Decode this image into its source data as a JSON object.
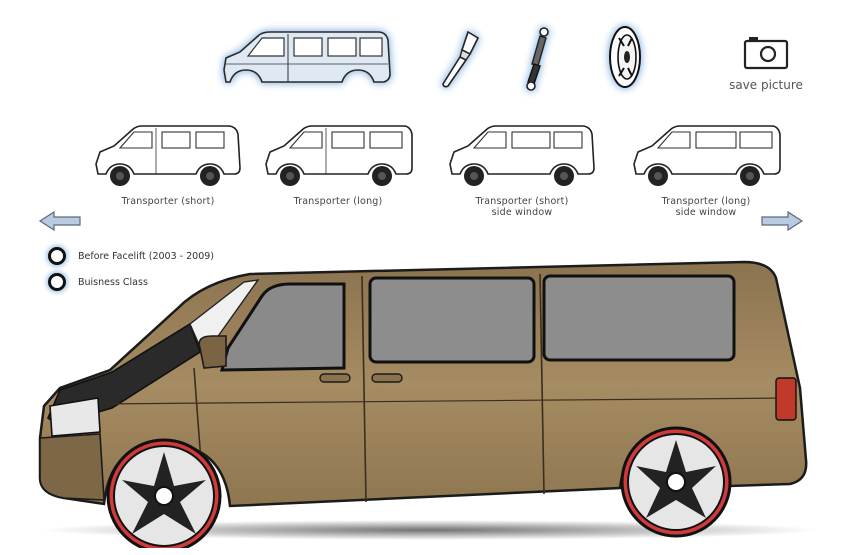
{
  "toolbar": {
    "save_label": "save picture",
    "tools": [
      {
        "name": "body-tool",
        "icon": "van-body-icon"
      },
      {
        "name": "paint-tool",
        "icon": "paintbrush-icon"
      },
      {
        "name": "suspension-tool",
        "icon": "shock-absorber-icon"
      },
      {
        "name": "wheel-tool",
        "icon": "wheel-icon"
      }
    ]
  },
  "models": [
    {
      "line1": "Transporter (short)",
      "line2": ""
    },
    {
      "line1": "Transporter (long)",
      "line2": ""
    },
    {
      "line1": "Transporter (short)",
      "line2": "side window"
    },
    {
      "line1": "Transporter (long)",
      "line2": "side window"
    }
  ],
  "options": [
    {
      "label": "Before Facelift (2003 - 2009)"
    },
    {
      "label": "Buisness Class"
    }
  ],
  "colors": {
    "body": "#9e855c",
    "body_light": "#c2a77a",
    "glass": "#8a8a8a",
    "rim_red": "#d03a3a",
    "glow": "#a9cbe9"
  }
}
